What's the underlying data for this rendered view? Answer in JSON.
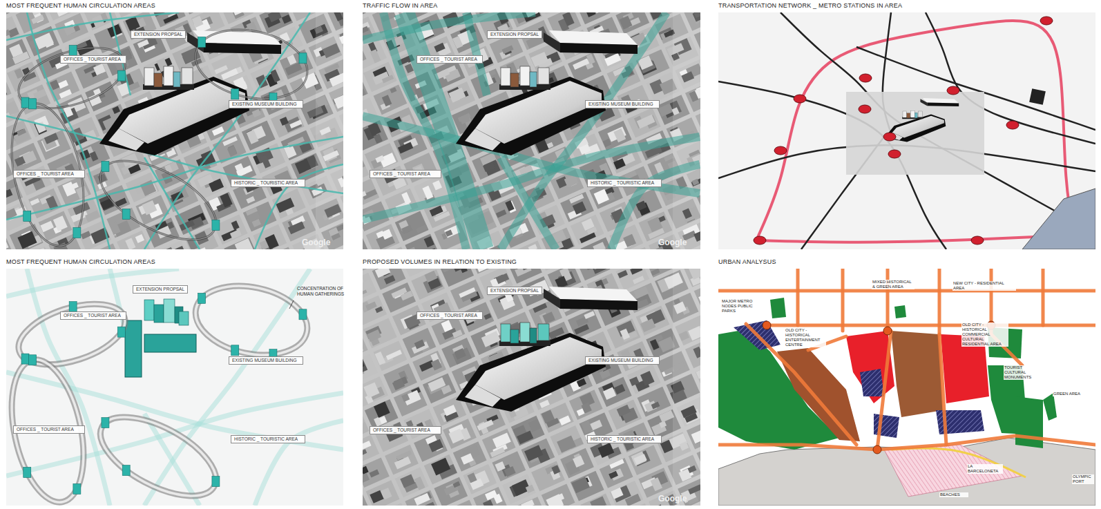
{
  "diagram": {
    "nodes": [
      {
        "text": [
          "MOST FREQUENT HUMAN CIRCULATION AREAS"
        ]
      },
      {
        "text": [
          "EXTENSION PROPSAL"
        ],
        "in": 0
      },
      {
        "text": [
          "OFFICES _ TOURIST AREA"
        ],
        "in": 0
      },
      {
        "text": [
          "EXISTING MUSEUM BUILDING"
        ],
        "in": 0
      },
      {
        "text": [
          "OFFICES _ TOURIST AREA"
        ],
        "in": 0
      },
      {
        "text": [
          "HISTORIC _ TOURISTIC AREA"
        ],
        "in": 0
      },
      {
        "text": [
          "TRAFFIC FLOW IN AREA"
        ]
      },
      {
        "text": [
          "EXTENSION PROPSAL"
        ],
        "in": 6
      },
      {
        "text": [
          "OFFICES _ TOURIST AREA"
        ],
        "in": 6
      },
      {
        "text": [
          "EXISTING MUSEUM BUILDING"
        ],
        "in": 6
      },
      {
        "text": [
          "OFFICES _ TOURIST AREA"
        ],
        "in": 6
      },
      {
        "text": [
          "HISTORIC _ TOURISTIC AREA"
        ],
        "in": 6
      },
      {
        "text": [
          "TRANSPORTATION NETWORK _ METRO STATIONS IN AREA"
        ]
      },
      {
        "text": [
          "MOST FREQUENT HUMAN CIRCULATION AREAS"
        ]
      },
      {
        "text": [
          "EXTENSION PROPSAL"
        ],
        "in": 13
      },
      {
        "text": [
          "OFFICES _ TOURIST AREA"
        ],
        "in": 13
      },
      {
        "text": [
          "EXISTING MUSEUM BUILDING"
        ],
        "in": 13
      },
      {
        "text": [
          "OFFICES _ TOURIST AREA"
        ],
        "in": 13
      },
      {
        "text": [
          "HISTORIC _ TOURISTIC AREA"
        ],
        "in": 13
      },
      {
        "text": [
          "PROPOSED VOLUMES IN RELATION TO EXISTING"
        ]
      },
      {
        "text": [
          "EXTENSION PROPSAL"
        ],
        "in": 19
      },
      {
        "text": [
          "OFFICES _ TOURIST AREA"
        ],
        "in": 19
      },
      {
        "text": [
          "EXISTING MUSEUM BUILDING"
        ],
        "in": 19
      },
      {
        "text": [
          "OFFICES _ TOURIST AREA"
        ],
        "in": 19
      },
      {
        "text": [
          "HISTORIC _ TOURISTIC AREA"
        ],
        "in": 19
      },
      {
        "text": [
          "URBAN ANALYSUS"
        ]
      }
    ],
    "labels": [
      "Google",
      "Google",
      "CONCENTRATION OF HUMAN GATHERINGS",
      "Google",
      "MIXED HISTORICAL & GREEN AREA",
      "NEW CITY - RESIDENTIAL AREA",
      "MAJOR METRO NODES PUBLIC PARKS",
      "OLD CITY - HISTORICAL ENTERTAINMENT CENTRE",
      "OLD CITY - HISTORICAL COMMERCIAL CULTURAL RESIDENTIAL AREA",
      "TOURIST CULTURAL MONUMENTS",
      "GREEN AREA",
      "OLYMPIC PORT",
      "LA BARCELONETA",
      "BEACHES"
    ]
  }
}
